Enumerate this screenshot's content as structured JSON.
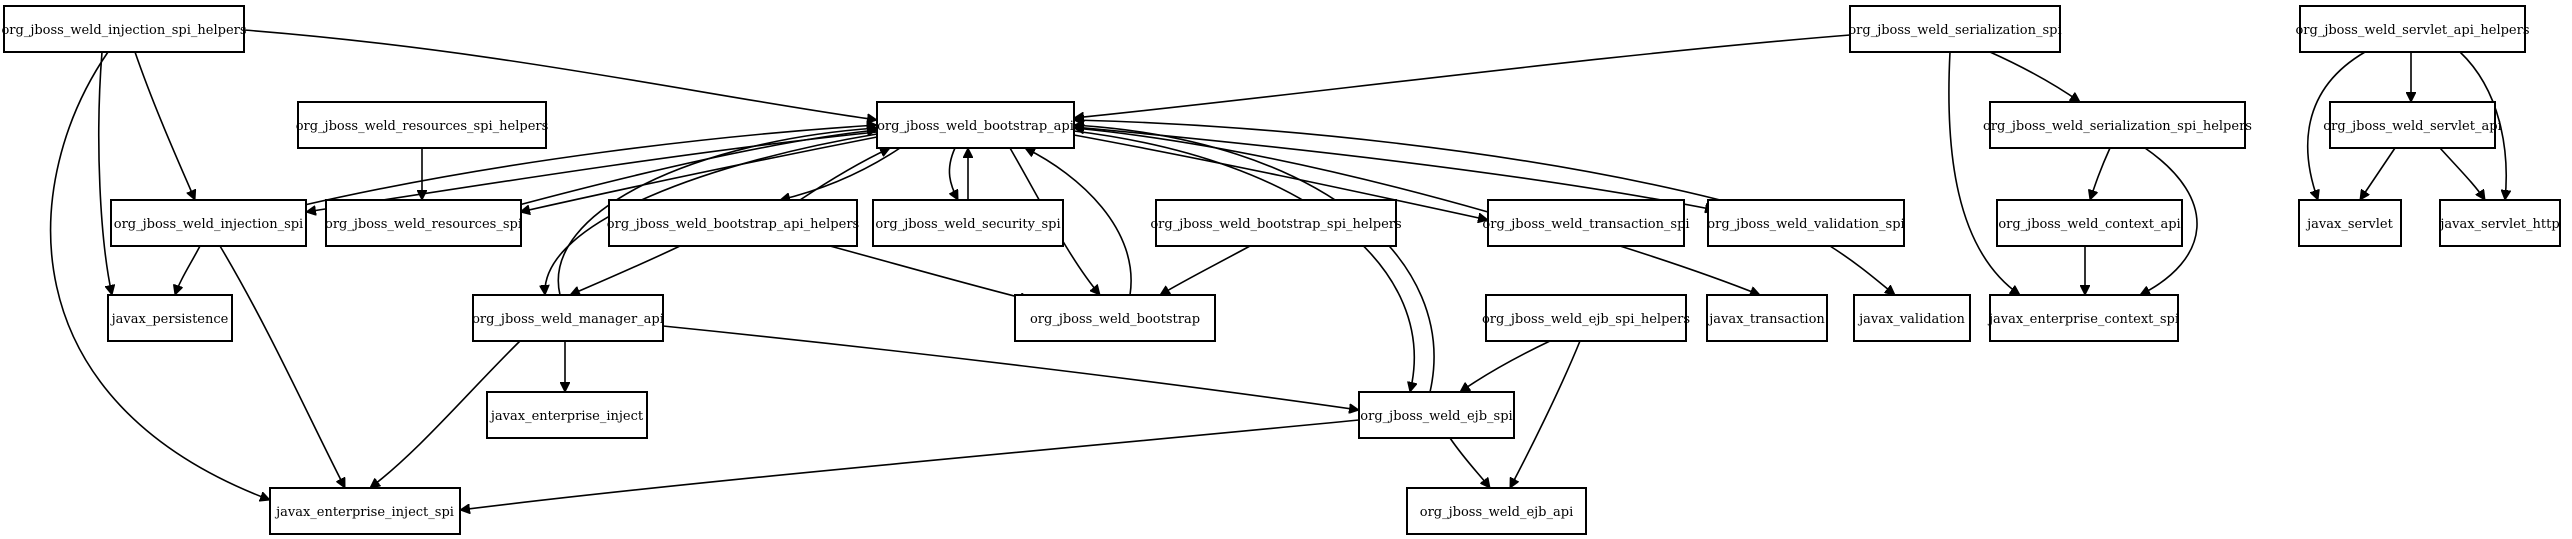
{
  "nodes": [
    {
      "id": "injection_spi_helpers",
      "label": "org_jboss_weld_injection_spi_helpers"
    },
    {
      "id": "serialization_spi",
      "label": "org_jboss_weld_serialization_spi"
    },
    {
      "id": "servlet_api_helpers",
      "label": "org_jboss_weld_servlet_api_helpers"
    },
    {
      "id": "bootstrap_api",
      "label": "org_jboss_weld_bootstrap_api"
    },
    {
      "id": "resources_spi_helpers",
      "label": "org_jboss_weld_resources_spi_helpers"
    },
    {
      "id": "serialization_spi_helpers",
      "label": "org_jboss_weld_serialization_spi_helpers"
    },
    {
      "id": "servlet_api",
      "label": "org_jboss_weld_servlet_api"
    },
    {
      "id": "injection_spi",
      "label": "org_jboss_weld_injection_spi"
    },
    {
      "id": "resources_spi",
      "label": "org_jboss_weld_resources_spi"
    },
    {
      "id": "bootstrap_api_helpers",
      "label": "org_jboss_weld_bootstrap_api_helpers"
    },
    {
      "id": "security_spi",
      "label": "org_jboss_weld_security_spi"
    },
    {
      "id": "bootstrap_spi_helpers",
      "label": "org_jboss_weld_bootstrap_spi_helpers"
    },
    {
      "id": "transaction_spi",
      "label": "org_jboss_weld_transaction_spi"
    },
    {
      "id": "validation_spi",
      "label": "org_jboss_weld_validation_spi"
    },
    {
      "id": "context_api",
      "label": "org_jboss_weld_context_api"
    },
    {
      "id": "javax_servlet",
      "label": "javax_servlet"
    },
    {
      "id": "javax_servlet_http",
      "label": "javax_servlet_http"
    },
    {
      "id": "javax_persistence",
      "label": "javax_persistence"
    },
    {
      "id": "manager_api",
      "label": "org_jboss_weld_manager_api"
    },
    {
      "id": "bootstrap",
      "label": "org_jboss_weld_bootstrap"
    },
    {
      "id": "javax_transaction",
      "label": "javax_transaction"
    },
    {
      "id": "javax_validation",
      "label": "javax_validation"
    },
    {
      "id": "javax_enterprise_context_spi",
      "label": "javax_enterprise_context_spi"
    },
    {
      "id": "ejb_spi_helpers",
      "label": "org_jboss_weld_ejb_spi_helpers"
    },
    {
      "id": "javax_enterprise_inject",
      "label": "javax_enterprise_inject"
    },
    {
      "id": "ejb_spi",
      "label": "org_jboss_weld_ejb_spi"
    },
    {
      "id": "javax_enterprise_inject_spi",
      "label": "javax_enterprise_inject_spi"
    },
    {
      "id": "ejb_api",
      "label": "org_jboss_weld_ejb_api"
    }
  ],
  "edges": [
    {
      "from": "injection_spi_helpers",
      "to": "bootstrap_api"
    },
    {
      "from": "injection_spi_helpers",
      "to": "injection_spi"
    },
    {
      "from": "injection_spi_helpers",
      "to": "javax_persistence"
    },
    {
      "from": "injection_spi_helpers",
      "to": "javax_enterprise_inject_spi"
    },
    {
      "from": "serialization_spi",
      "to": "bootstrap_api"
    },
    {
      "from": "serialization_spi",
      "to": "serialization_spi_helpers"
    },
    {
      "from": "serialization_spi",
      "to": "javax_enterprise_context_spi"
    },
    {
      "from": "servlet_api_helpers",
      "to": "servlet_api"
    },
    {
      "from": "servlet_api_helpers",
      "to": "javax_servlet"
    },
    {
      "from": "servlet_api_helpers",
      "to": "javax_servlet_http"
    },
    {
      "from": "servlet_api",
      "to": "javax_servlet"
    },
    {
      "from": "servlet_api",
      "to": "javax_servlet_http"
    },
    {
      "from": "serialization_spi_helpers",
      "to": "context_api"
    },
    {
      "from": "serialization_spi_helpers",
      "to": "javax_enterprise_context_spi"
    },
    {
      "from": "context_api",
      "to": "javax_enterprise_context_spi"
    },
    {
      "from": "resources_spi_helpers",
      "to": "resources_spi"
    },
    {
      "from": "injection_spi",
      "to": "bootstrap_api"
    },
    {
      "from": "bootstrap_api",
      "to": "injection_spi"
    },
    {
      "from": "injection_spi",
      "to": "javax_persistence"
    },
    {
      "from": "injection_spi",
      "to": "javax_enterprise_inject_spi"
    },
    {
      "from": "resources_spi",
      "to": "bootstrap_api"
    },
    {
      "from": "bootstrap_api",
      "to": "resources_spi"
    },
    {
      "from": "bootstrap_api_helpers",
      "to": "bootstrap_api"
    },
    {
      "from": "bootstrap_api",
      "to": "bootstrap_api_helpers"
    },
    {
      "from": "bootstrap_api_helpers",
      "to": "manager_api"
    },
    {
      "from": "bootstrap_api_helpers",
      "to": "bootstrap"
    },
    {
      "from": "security_spi",
      "to": "bootstrap_api"
    },
    {
      "from": "bootstrap_api",
      "to": "security_spi"
    },
    {
      "from": "bootstrap",
      "to": "bootstrap_api"
    },
    {
      "from": "bootstrap_api",
      "to": "bootstrap"
    },
    {
      "from": "bootstrap_spi_helpers",
      "to": "bootstrap"
    },
    {
      "from": "manager_api",
      "to": "bootstrap_api"
    },
    {
      "from": "bootstrap_api",
      "to": "manager_api"
    },
    {
      "from": "manager_api",
      "to": "javax_enterprise_inject"
    },
    {
      "from": "manager_api",
      "to": "javax_enterprise_inject_spi"
    },
    {
      "from": "manager_api",
      "to": "ejb_spi"
    },
    {
      "from": "transaction_spi",
      "to": "bootstrap_api"
    },
    {
      "from": "bootstrap_api",
      "to": "transaction_spi"
    },
    {
      "from": "transaction_spi",
      "to": "javax_transaction"
    },
    {
      "from": "validation_spi",
      "to": "bootstrap_api"
    },
    {
      "from": "bootstrap_api",
      "to": "validation_spi"
    },
    {
      "from": "validation_spi",
      "to": "javax_validation"
    },
    {
      "from": "ejb_spi",
      "to": "bootstrap_api"
    },
    {
      "from": "bootstrap_api",
      "to": "ejb_spi"
    },
    {
      "from": "ejb_spi",
      "to": "javax_enterprise_inject_spi"
    },
    {
      "from": "ejb_spi",
      "to": "ejb_api"
    },
    {
      "from": "ejb_spi_helpers",
      "to": "ejb_spi"
    },
    {
      "from": "ejb_spi_helpers",
      "to": "ejb_api"
    }
  ]
}
